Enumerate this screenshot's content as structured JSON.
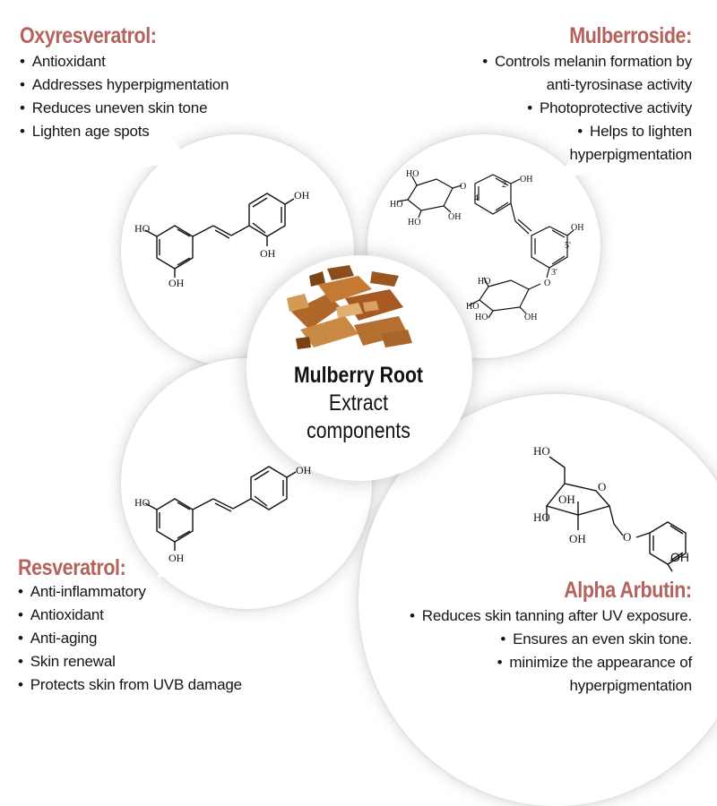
{
  "accent_color": "#b4625c",
  "oxyresveratrol": {
    "title": "Oxyresveratrol:",
    "points": [
      "Antioxidant",
      "Addresses hyperpigmentation",
      "Reduces uneven skin tone",
      "Lighten age spots"
    ]
  },
  "mulberroside": {
    "title": "Mulberroside:",
    "points": [
      "Controls melanin formation by",
      "anti-tyrosinase activity",
      "Photoprotective activity",
      "Helps to lighten",
      "hyperpigmentation"
    ]
  },
  "center": {
    "line1": "Mulberry Root",
    "line2": "Extract",
    "line3": "components"
  },
  "resveratrol": {
    "title": "Resveratrol:",
    "points": [
      "Anti-inflammatory",
      "Antioxidant",
      "Anti-aging",
      "Skin renewal",
      "Protects skin from UVB damage"
    ]
  },
  "alpha_arbutin": {
    "title": "Alpha Arbutin:",
    "points": [
      "Reduces skin tanning after UV exposure.",
      "Ensures an even skin tone.",
      "minimize the appearance of",
      "hyperpigmentation"
    ]
  },
  "labels": {
    "oh": "OH",
    "ho": "HO",
    "num2": "2",
    "num4": "4",
    "num5p": "5'",
    "num3p": "3'",
    "o": "O"
  },
  "icons": {
    "root_image": "mulberry-root-image"
  }
}
